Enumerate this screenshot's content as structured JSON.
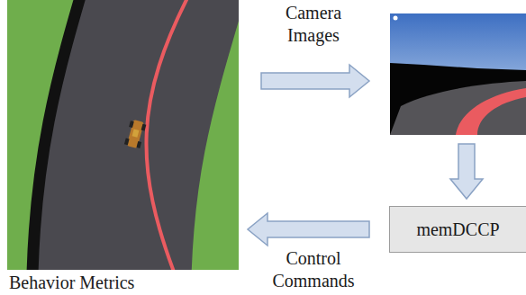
{
  "diagram": {
    "nodes": [
      {
        "text": [
          "Behavior Metrics"
        ]
      },
      {
        "text": [
          "memDCCP"
        ]
      }
    ],
    "edges": [
      {
        "from": 0,
        "to": 1,
        "label": "Camera Images",
        "arrow": "to"
      },
      {
        "from": 1,
        "to": 0,
        "label": "Control Commands",
        "arrow": "to"
      }
    ]
  }
}
